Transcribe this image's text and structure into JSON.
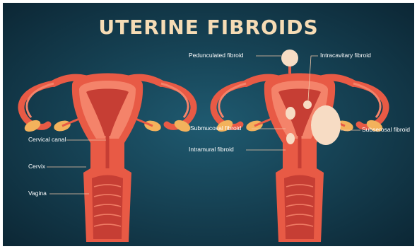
{
  "title": "UTERINE FIBROIDS",
  "colors": {
    "background_center": "#1f5a70",
    "background_edge": "#0c2735",
    "title": "#f6dcb5",
    "uterus_outer": "#e85a45",
    "uterus_inner": "#f4836a",
    "cavity": "#c63e34",
    "ovary": "#f3b25c",
    "fibroid": "#f7dcc4",
    "label_text": "#ffffff",
    "leader_line": "#f0c7a9"
  },
  "left_labels": {
    "cervical_canal": "Cervical canal",
    "cervix": "Cervix",
    "vagina": "Vagina"
  },
  "right_labels": {
    "pedunculated": "Pedunculated fibroid",
    "intracavitary": "Intracavitary fibroid",
    "submucosal": "Submucosal fibroid",
    "subserosal": "Subserosal fibroid",
    "intramural": "Intramural fibroid"
  }
}
